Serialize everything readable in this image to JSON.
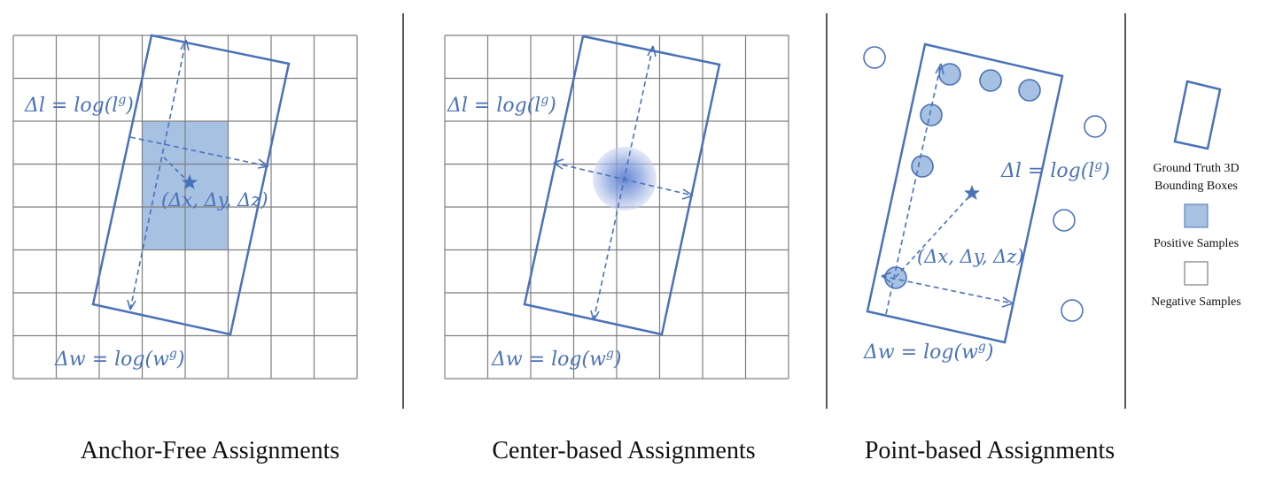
{
  "colors": {
    "accent": "#4a72b8",
    "fill_positive": "#a6c1e2",
    "grid": "#7f7f7f",
    "divider": "#222222",
    "text": "#111111"
  },
  "panels": [
    {
      "id": "anchor-free",
      "caption": "Anchor-Free Assignments",
      "dl_label": "Δl = log(l",
      "dl_sup": "g",
      "dl_close": ")",
      "dw_label": "Δw = log(w",
      "dw_sup": "g",
      "dw_close": ")",
      "center_label": "(Δx, Δy, Δz)"
    },
    {
      "id": "center-based",
      "caption": "Center-based Assignments",
      "dl_label": "Δl = log(l",
      "dl_sup": "g",
      "dl_close": ")",
      "dw_label": "Δw = log(w",
      "dw_sup": "g",
      "dw_close": ")"
    },
    {
      "id": "point-based",
      "caption": "Point-based Assignments",
      "dl_label": "Δl = log(l",
      "dl_sup": "g",
      "dl_close": ")",
      "dw_label": "Δw = log(w",
      "dw_sup": "g",
      "dw_close": ")",
      "center_label": "(Δx, Δy, Δz)"
    }
  ],
  "legend": {
    "gt_line1": "Ground Truth 3D",
    "gt_line2": "Bounding Boxes",
    "positive": "Positive Samples",
    "negative": "Negative Samples"
  }
}
